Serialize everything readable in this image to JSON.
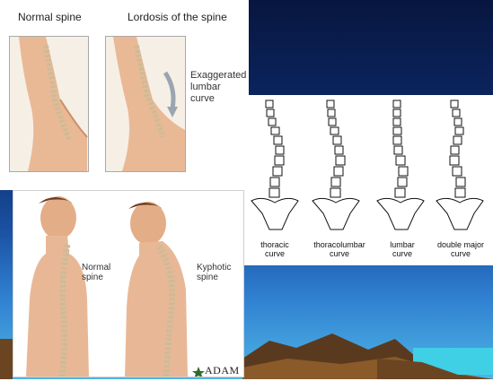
{
  "top_left": {
    "normal_label": "Normal spine",
    "lordosis_label": "Lordosis of the spine",
    "exaggerated_label_1": "Exaggerated",
    "exaggerated_label_2": "lumbar",
    "exaggerated_label_3": "curve"
  },
  "scoliosis": {
    "captions": [
      {
        "line1": "thoracic",
        "line2": "curve"
      },
      {
        "line1": "thoracolumbar",
        "line2": "curve"
      },
      {
        "line1": "lumbar",
        "line2": "curve"
      },
      {
        "line1": "double major",
        "line2": "curve"
      }
    ]
  },
  "kyphosis": {
    "normal_1": "Normal",
    "normal_2": "spine",
    "kyphotic_1": "Kyphotic",
    "kyphotic_2": "spine",
    "brand": "ADAM"
  },
  "colors": {
    "skin": "#e8b896",
    "bone": "#d8c7a3",
    "sky_top": "#081b4d",
    "sky_bottom": "#4fb5e6"
  }
}
